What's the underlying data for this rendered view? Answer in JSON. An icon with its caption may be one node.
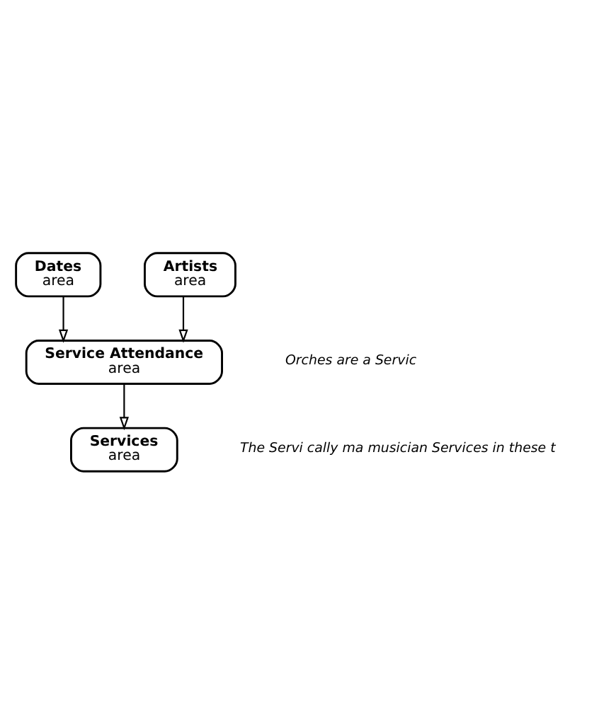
{
  "diagram": {
    "nodes": [
      {
        "text": [
          "Dates",
          "area"
        ]
      },
      {
        "text": [
          "Artists",
          "area"
        ]
      },
      {
        "text": [
          "Service Attendance",
          "area"
        ]
      },
      {
        "text": [
          "Services",
          "area"
        ]
      }
    ],
    "edges": [
      {
        "from": 0,
        "to": 2,
        "arrow": "to"
      },
      {
        "from": 1,
        "to": 2,
        "arrow": "to"
      },
      {
        "from": 2,
        "to": 3,
        "arrow": "to"
      }
    ],
    "labels": [
      "Orches are a Servic",
      "The Servi cally ma musician Services in these t"
    ]
  }
}
